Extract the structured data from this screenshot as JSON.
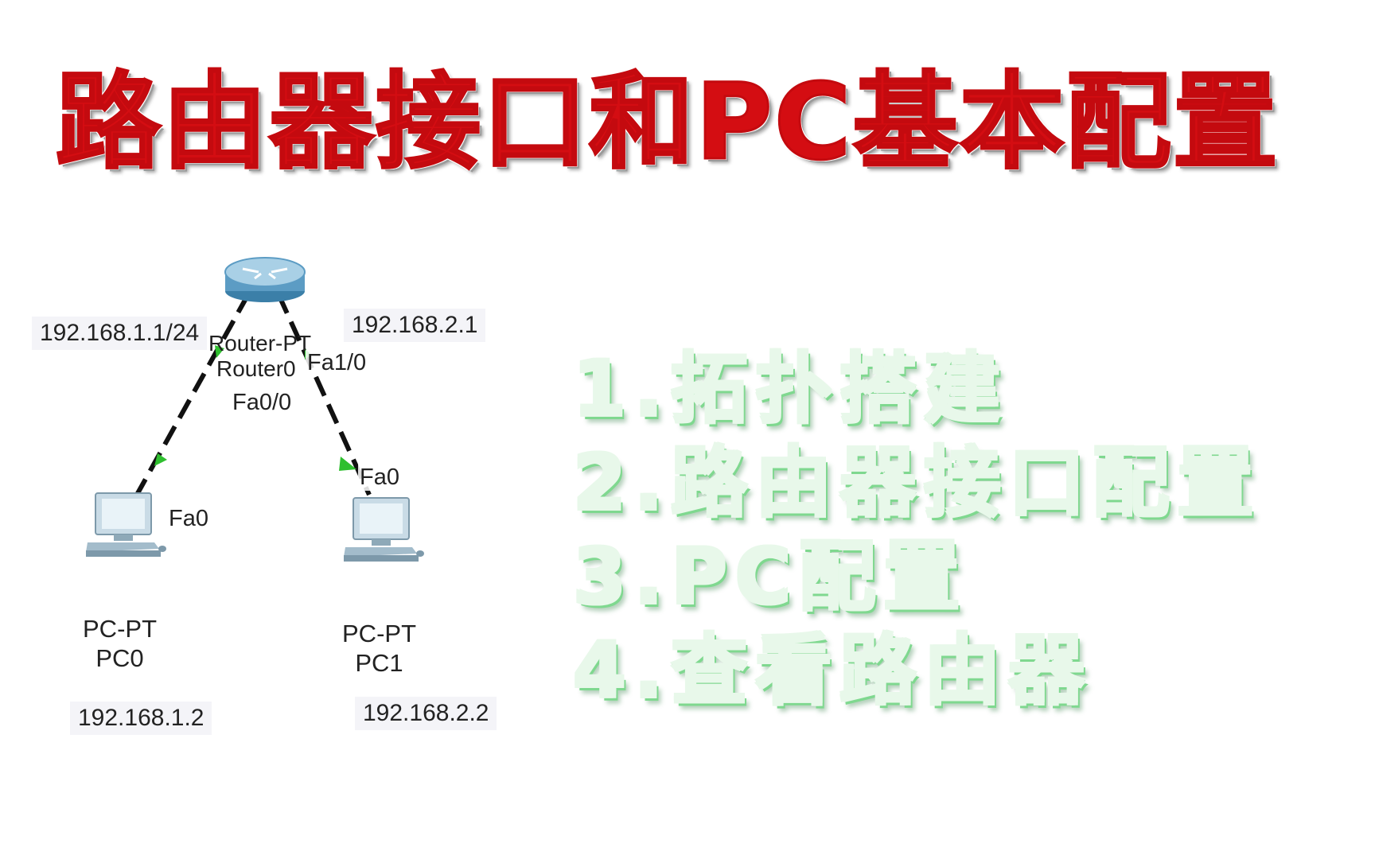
{
  "title": "路由器接口和PC基本配置",
  "diagram": {
    "router": {
      "model_label": "Router-PT",
      "name_label": "Router0",
      "ports": {
        "left": "Fa0/0",
        "right": "Fa1/0"
      },
      "ip_left": "192.168.1.1/24",
      "ip_right": "192.168.2.1"
    },
    "pc0": {
      "model_label": "PC-PT",
      "name_label": "PC0",
      "port": "Fa0",
      "ip": "192.168.1.2"
    },
    "pc1": {
      "model_label": "PC-PT",
      "name_label": "PC1",
      "port": "Fa0",
      "ip": "192.168.2.2"
    },
    "colors": {
      "link": "#111111",
      "link_status": "#2fbf2f",
      "device": "#5aa0c8"
    }
  },
  "steps": [
    "1.拓扑搭建",
    "2.路由器接口配置",
    "3.PC配置",
    "4.查看路由器"
  ],
  "colors": {
    "title": "#d40d12",
    "steps": "#1a9a4a"
  }
}
